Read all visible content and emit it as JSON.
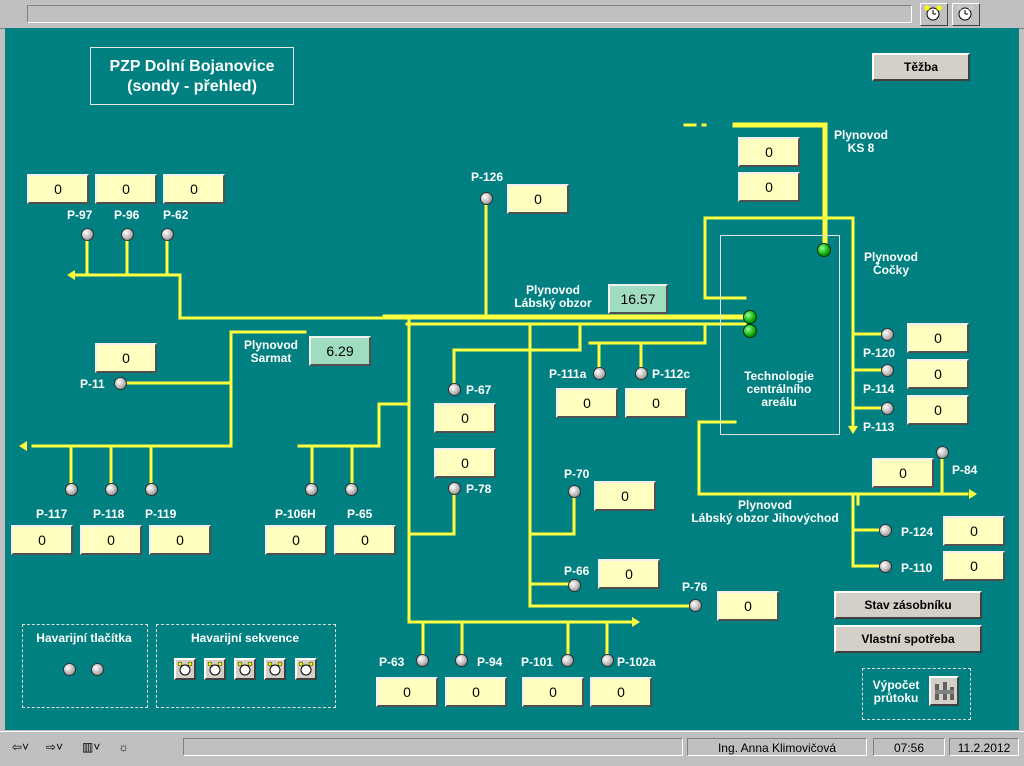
{
  "title": {
    "line1": "PZP Dolní Bojanovice",
    "line2": "(sondy - přehled)"
  },
  "buttons": {
    "tezba": "Těžba",
    "stav": "Stav zásobníku",
    "vlastni": "Vlastní spotřeba",
    "vypocet": "Výpočet průtoku"
  },
  "pipelines": {
    "ks8": [
      "Plynovod",
      "KS 8"
    ],
    "cocky": [
      "Plynovod",
      "Čočky"
    ],
    "labsky": [
      "Plynovod",
      "Lábský obzor"
    ],
    "sarmat": [
      "Plynovod",
      "Sarmat"
    ],
    "jihovychod": [
      "Plynovod",
      "Lábský obzor Jihovýchod"
    ],
    "technologie": [
      "Technologie",
      "centrálního",
      "areálu"
    ]
  },
  "readouts": {
    "labsky": "16.57",
    "sarmat": "6.29",
    "ks8_a": "0",
    "ks8_b": "0"
  },
  "wells": [
    {
      "id": "P-97",
      "value": "0"
    },
    {
      "id": "P-96",
      "value": "0"
    },
    {
      "id": "P-62",
      "value": "0"
    },
    {
      "id": "P-126",
      "value": "0"
    },
    {
      "id": "P-11",
      "value": "0"
    },
    {
      "id": "P-117",
      "value": "0"
    },
    {
      "id": "P-118",
      "value": "0"
    },
    {
      "id": "P-119",
      "value": "0"
    },
    {
      "id": "P-106H",
      "value": "0"
    },
    {
      "id": "P-65",
      "value": "0"
    },
    {
      "id": "P-67",
      "value": "0"
    },
    {
      "id": "P-78",
      "value": "0"
    },
    {
      "id": "P-111a",
      "value": "0"
    },
    {
      "id": "P-112c",
      "value": "0"
    },
    {
      "id": "P-70",
      "value": "0"
    },
    {
      "id": "P-66",
      "value": "0"
    },
    {
      "id": "P-76",
      "value": "0"
    },
    {
      "id": "P-120",
      "value": "0"
    },
    {
      "id": "P-114",
      "value": "0"
    },
    {
      "id": "P-113",
      "value": "0"
    },
    {
      "id": "P-84",
      "value": "0"
    },
    {
      "id": "P-124",
      "value": "0"
    },
    {
      "id": "P-110",
      "value": "0"
    },
    {
      "id": "P-63",
      "value": "0"
    },
    {
      "id": "P-94",
      "value": "0"
    },
    {
      "id": "P-101",
      "value": "0"
    },
    {
      "id": "P-102a",
      "value": "0"
    }
  ],
  "panels": {
    "tlacitka": "Havarijní tlačítka",
    "sekvence": "Havarijní sekvence"
  },
  "status": {
    "user": "Ing. Anna Klimovičová",
    "time": "07:56",
    "date": "11.2.2012"
  },
  "colors": {
    "background": "#008080",
    "pipe": "#ffff40",
    "value_box": "#ffffc0",
    "readout_box": "#a0dcc0"
  },
  "icons": [
    "alarm-clock-icon",
    "back-arrow-icon",
    "forward-arrow-icon",
    "keyboard-icon",
    "sun-icon",
    "flow-meter-icon"
  ]
}
